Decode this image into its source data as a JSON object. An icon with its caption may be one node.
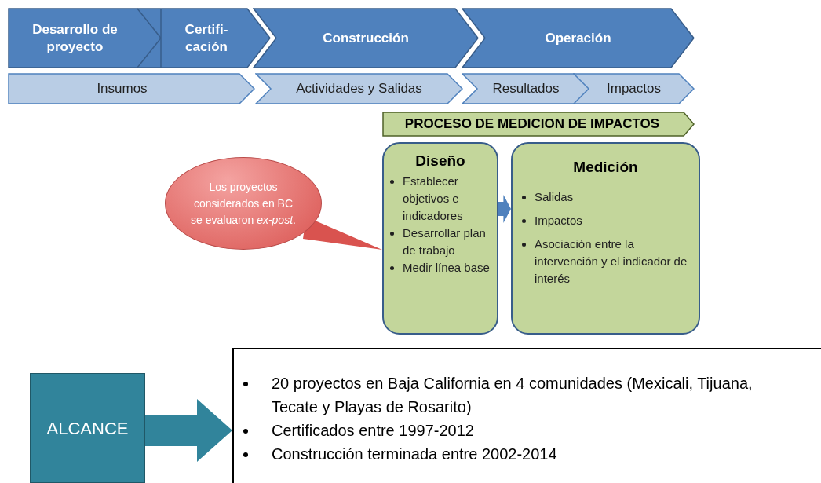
{
  "diagram": {
    "nodes": [
      {
        "text": [
          "Desarrollo de proyecto"
        ]
      },
      {
        "text": [
          "Certifi- cación"
        ]
      },
      {
        "text": [
          "Construcción"
        ]
      },
      {
        "text": [
          "Operación"
        ]
      },
      {
        "text": [
          "Insumos"
        ]
      },
      {
        "text": [
          "Actividades y Salidas"
        ]
      },
      {
        "text": [
          "Resultados"
        ]
      },
      {
        "text": [
          "Impactos"
        ]
      },
      {
        "text": [
          "PROCESO DE MEDICION DE IMPACTOS"
        ]
      },
      {
        "text": [
          "Diseño",
          "Establecer objetivos e indicadores",
          "Desarrollar plan de trabajo",
          "Medir línea base"
        ]
      },
      {
        "text": [
          "Medición",
          "Salidas",
          "Impactos",
          "Asociación entre la intervención y el indicador de interés"
        ]
      },
      {
        "text": [
          "Los proyectos considerados en BC se evaluaron *ex-post*."
        ]
      },
      {
        "text": [
          "ALCANCE"
        ]
      },
      {
        "text": [
          "20 proyectos en Baja California en 4 comunidades (Mexicali, Tijuana, Tecate y Playas de Rosarito)",
          "Certificados entre 1997-2012",
          "Construcción terminada entre 2002-2014"
        ]
      }
    ],
    "edges": [
      {
        "from": 9,
        "to": 10,
        "arrow": "to",
        "style": "thick"
      },
      {
        "from": 12,
        "to": 13,
        "arrow": "to",
        "style": "thick",
        "color": "#31849b"
      },
      {
        "from": 11,
        "to": 9,
        "arrow": "none",
        "color": "#d9534f"
      }
    ]
  }
}
